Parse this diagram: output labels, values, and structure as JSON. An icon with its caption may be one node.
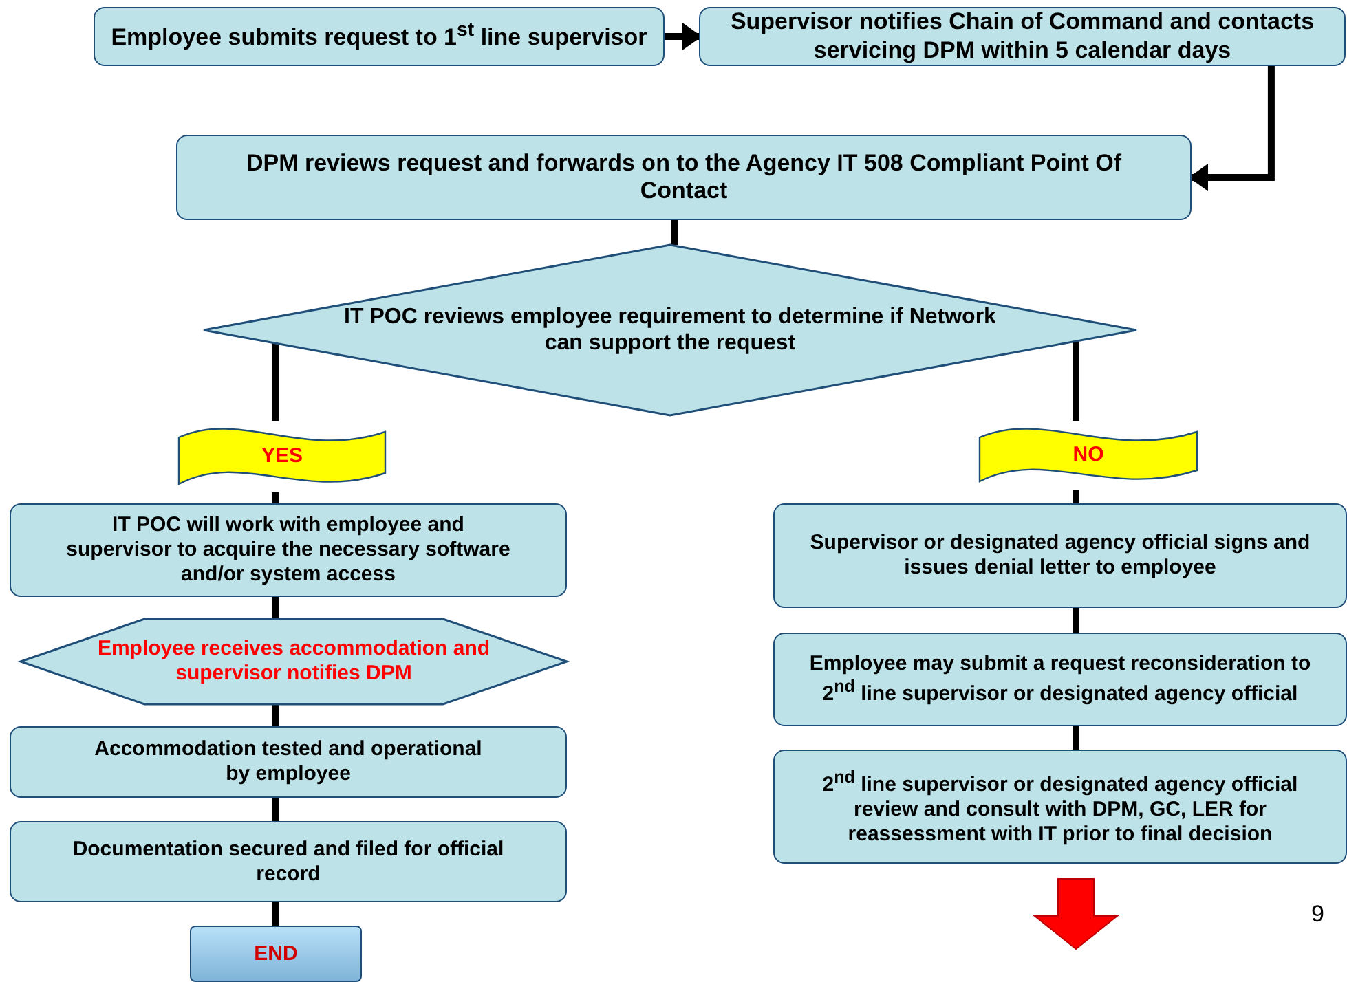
{
  "diagram": {
    "nodes": [
      {
        "text": [
          "Employee submits request to 1$^{st}$ line supervisor"
        ]
      },
      {
        "text": [
          "Supervisor notifies Chain of Command and contacts servicing DPM within 5 calendar days"
        ]
      },
      {
        "text": [
          "DPM reviews request and forwards on to the Agency IT 508 Compliant Point Of Contact"
        ]
      },
      {
        "text": [
          "IT POC reviews employee requirement to determine if Network can support the request"
        ]
      },
      {
        "text": [
          "YES"
        ]
      },
      {
        "text": [
          "NO"
        ]
      },
      {
        "text": [
          "IT POC will work with employee and supervisor to acquire the necessary software and/or system access"
        ]
      },
      {
        "text": [
          "Employee receives accommodation and supervisor notifies DPM"
        ]
      },
      {
        "text": [
          "Accommodation tested and operational by employee"
        ]
      },
      {
        "text": [
          "Documentation secured and filed for official record"
        ]
      },
      {
        "text": [
          "END"
        ]
      },
      {
        "text": [
          "Supervisor or designated agency official signs and issues denial letter to employee"
        ]
      },
      {
        "text": [
          "Employee may submit a request reconsideration to 2$^{nd}$ line supervisor or designated agency official"
        ]
      },
      {
        "text": [
          "2$^{nd}$ line supervisor or designated agency official review and consult with DPM, GC, LER for reassessment with IT prior to final decision"
        ]
      }
    ],
    "edges": [
      {
        "from": 0,
        "to": 1,
        "arrow": "to"
      },
      {
        "from": 1,
        "to": 2,
        "arrow": "to"
      },
      {
        "from": 2,
        "to": 3,
        "arrow": "none"
      },
      {
        "from": 3,
        "to": 4,
        "arrow": "none"
      },
      {
        "from": 4,
        "to": 6,
        "arrow": "none"
      },
      {
        "from": 3,
        "to": 5,
        "arrow": "none"
      },
      {
        "from": 5,
        "to": 11,
        "arrow": "none"
      },
      {
        "from": 6,
        "to": 7,
        "arrow": "none"
      },
      {
        "from": 7,
        "to": 8,
        "arrow": "none"
      },
      {
        "from": 8,
        "to": 9,
        "arrow": "none"
      },
      {
        "from": 9,
        "to": 10,
        "arrow": "none"
      },
      {
        "from": 11,
        "to": 12,
        "arrow": "none"
      },
      {
        "from": 12,
        "to": 13,
        "arrow": "none"
      }
    ],
    "labels": [
      "9"
    ]
  }
}
